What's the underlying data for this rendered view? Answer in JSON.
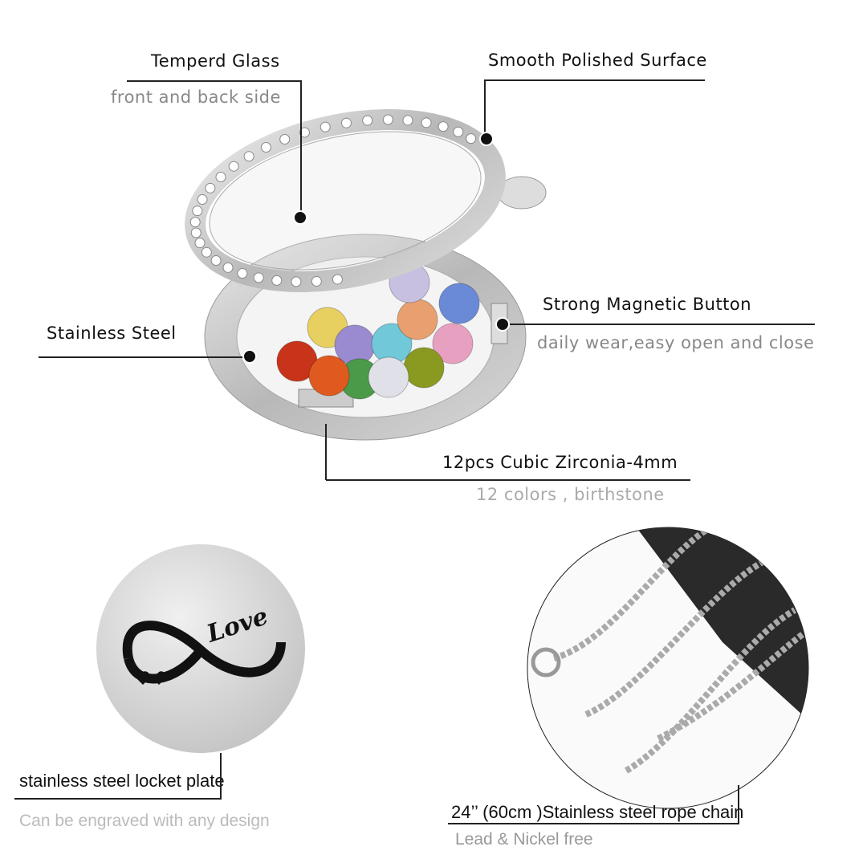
{
  "callouts": {
    "glass": {
      "title": "Temperd Glass",
      "sub": "front and back side"
    },
    "surface": {
      "title": "Smooth Polished Surface"
    },
    "magnet": {
      "title": "Strong Magnetic Button",
      "sub": "daily wear,easy open and close"
    },
    "steel": {
      "title": "Stainless Steel"
    },
    "zirconia": {
      "title": "12pcs Cubic Zirconia-4mm",
      "sub": "12 colors , birthstone"
    },
    "plate": {
      "title": "stainless steel locket plate",
      "sub": "Can be engraved with any design",
      "engraving": "Love"
    },
    "chain": {
      "title": "24’’ (60cm )Stainless steel rope chain",
      "sub": "Lead & Nickel free"
    }
  },
  "colors": {
    "gems": [
      "#c8341a",
      "#e8d060",
      "#9a8ad0",
      "#70c8d8",
      "#e8a070",
      "#6a8ad8",
      "#e8a0c0",
      "#4a9a4a",
      "#e05a20",
      "#8a9a20",
      "#c8c0e0",
      "#e0e0e8"
    ]
  }
}
